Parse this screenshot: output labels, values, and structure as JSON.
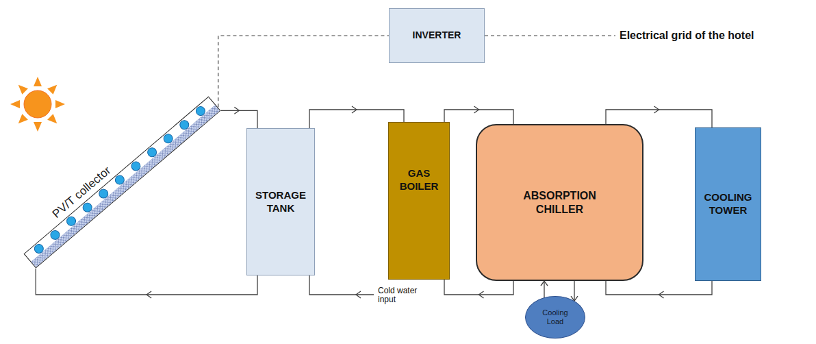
{
  "diagram": {
    "nodes": [
      {
        "text": [
          "PV/T collector"
        ]
      },
      {
        "text": [
          "INVERTER"
        ]
      },
      {
        "text": [
          "STORAGE TANK"
        ]
      },
      {
        "text": [
          "GAS BOILER"
        ]
      },
      {
        "text": [
          "ABSORPTION CHILLER"
        ]
      },
      {
        "text": [
          "COOLING TOWER"
        ]
      },
      {
        "text": [
          "Cooling Load"
        ]
      }
    ],
    "edges": [
      {
        "from": 0,
        "to": 2,
        "arrow": "to"
      },
      {
        "from": 2,
        "to": 0,
        "arrow": "to"
      },
      {
        "from": 2,
        "to": 3,
        "arrow": "to"
      },
      {
        "from": 4,
        "to": 3,
        "arrow": "to"
      },
      {
        "from": 3,
        "to": 4,
        "arrow": "to"
      },
      {
        "from": 4,
        "to": 5,
        "arrow": "to"
      },
      {
        "from": 5,
        "to": 4,
        "arrow": "to"
      },
      {
        "from": 6,
        "to": 4,
        "arrow": "to"
      },
      {
        "from": 4,
        "to": 6,
        "arrow": "to"
      },
      {
        "from": 0,
        "to": 1,
        "arrow": "none"
      }
    ],
    "labels": [
      "Electrical grid of the hotel",
      "Cold water input"
    ]
  }
}
